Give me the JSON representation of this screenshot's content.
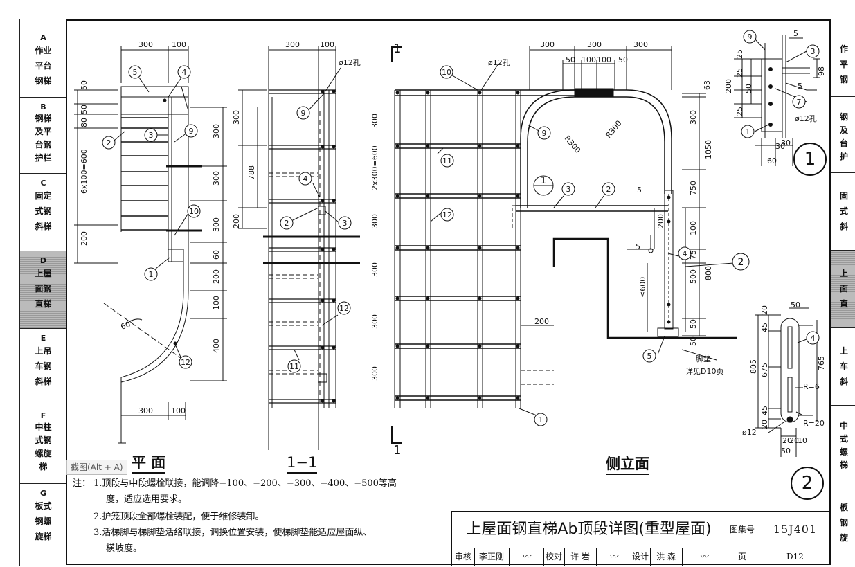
{
  "side_nav": {
    "items": [
      {
        "letter": "A",
        "lines": [
          "作业",
          "平台",
          "钢梯"
        ]
      },
      {
        "letter": "B",
        "lines": [
          "钢梯",
          "及平",
          "台钢",
          "护栏"
        ]
      },
      {
        "letter": "C",
        "lines": [
          "固定",
          "式钢",
          "斜梯"
        ]
      },
      {
        "letter": "D",
        "lines": [
          "上屋",
          "面钢",
          "直梯"
        ]
      },
      {
        "letter": "E",
        "lines": [
          "上吊",
          "车钢",
          "斜梯"
        ]
      },
      {
        "letter": "F",
        "lines": [
          "中柱",
          "式钢",
          "螺旋",
          "梯"
        ]
      },
      {
        "letter": "G",
        "lines": [
          "板式",
          "钢螺",
          "旋梯"
        ]
      }
    ],
    "right_items": [
      {
        "lines": [
          "作",
          "平",
          "钢"
        ]
      },
      {
        "lines": [
          "钢",
          "及",
          "台",
          "护"
        ]
      },
      {
        "lines": [
          "固",
          "式",
          "斜"
        ]
      },
      {
        "lines": [
          "上",
          "面",
          "直"
        ]
      },
      {
        "lines": [
          "上",
          "车",
          "斜"
        ]
      },
      {
        "lines": [
          "中",
          "式",
          "螺",
          "梯"
        ]
      },
      {
        "lines": [
          "板",
          "钢",
          "旋"
        ]
      }
    ]
  },
  "views": {
    "plan_title": "平 面",
    "section_title": "1−1",
    "side_title": "侧立面",
    "detail1_no": "1",
    "detail2_no": "2"
  },
  "labels": {
    "hole1": "ø12孔",
    "hole2": "ø12孔",
    "hole3": "ø12孔",
    "rod": "ø12",
    "foot_pad": "脚垫",
    "foot_ref": "详见D10页",
    "sec_mark": "1",
    "angle": "60°",
    "r300a": "R300",
    "r300b": "R300",
    "r6": "R=6",
    "r20": "R=20"
  },
  "dims": {
    "d300": "300",
    "d100": "100",
    "d50": "50",
    "d80": "80",
    "d200": "200",
    "d6x100": "6x100=600",
    "d788": "788",
    "d60": "60",
    "d400": "400",
    "d2x300": "2x300=600",
    "d1050": "1050",
    "d750": "750",
    "d63": "63",
    "d500": "500",
    "d800": "800",
    "d600": "≤600",
    "d75": "75",
    "d25": "25",
    "d98": "98",
    "d5": "5",
    "d30": "30",
    "d20": "20",
    "d45": "45",
    "d805": "805",
    "d675": "675",
    "d765": "765",
    "d10": "10"
  },
  "notes": {
    "prefix": "注：",
    "n1a": "1.顶段与中段螺栓联接，能调降−100、−200、−300、−400、−500等高",
    "n1b": "度，适应选用要求。",
    "n2": "2.护笼顶段全部螺栓装配，便于维修装卸。",
    "n3a": "3.活梯脚与梯脚垫活络联接，调换位置安装，使梯脚垫能适应屋面纵、",
    "n3b": "横坡度。"
  },
  "title_block": {
    "title": "上屋面钢直梯Ab顶段详图(重型屋面)",
    "atlas_label": "图集号",
    "atlas_no": "15J401",
    "review_label": "审核",
    "reviewer": "李正刚",
    "check_label": "校对",
    "checker": "许 岩",
    "design_label": "设计",
    "designer": "洪 森",
    "page_label": "页",
    "page_no": "D12"
  },
  "screenshot_hint": "截图(Alt + A)"
}
